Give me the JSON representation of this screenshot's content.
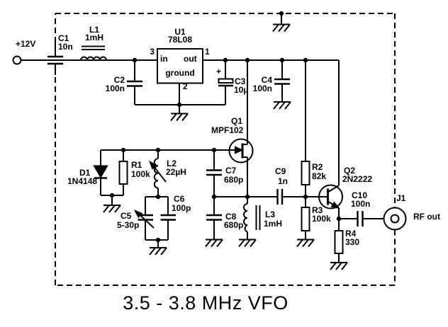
{
  "title": "3.5 - 3.8 MHz VFO",
  "power": {
    "label": "+12V"
  },
  "ic": {
    "ref": "U1",
    "part": "78L08",
    "pin_in": "3",
    "pin_out": "1",
    "pin_gnd": "2",
    "in_label": "in",
    "out_label": "out",
    "gnd_label": "ground"
  },
  "components": {
    "C1": {
      "ref": "C1",
      "value": "10n"
    },
    "L1": {
      "ref": "L1",
      "value": "1mH"
    },
    "C2": {
      "ref": "C2",
      "value": "100n"
    },
    "C3": {
      "ref": "C3",
      "value": "10µ",
      "polarity": "+"
    },
    "C4": {
      "ref": "C4",
      "value": "100n"
    },
    "Q1": {
      "ref": "Q1",
      "part": "MPF102"
    },
    "D1": {
      "ref": "D1",
      "part": "1N4148"
    },
    "R1": {
      "ref": "R1",
      "value": "100k"
    },
    "L2": {
      "ref": "L2",
      "value": "22µH"
    },
    "C5": {
      "ref": "C5",
      "value": "5-30p"
    },
    "C6": {
      "ref": "C6",
      "value": "100p"
    },
    "C7": {
      "ref": "C7",
      "value": "680p"
    },
    "C8": {
      "ref": "C8",
      "value": "680p"
    },
    "L3": {
      "ref": "L3",
      "value": "1mH"
    },
    "C9": {
      "ref": "C9",
      "value": "1n"
    },
    "R2": {
      "ref": "R2",
      "value": "82k"
    },
    "R3": {
      "ref": "R3",
      "value": "100k"
    },
    "Q2": {
      "ref": "Q2",
      "part": "2N2222"
    },
    "C10": {
      "ref": "C10",
      "value": "100n"
    },
    "R4": {
      "ref": "R4",
      "value": "330"
    },
    "J1": {
      "ref": "J1",
      "label": "RF out"
    }
  }
}
